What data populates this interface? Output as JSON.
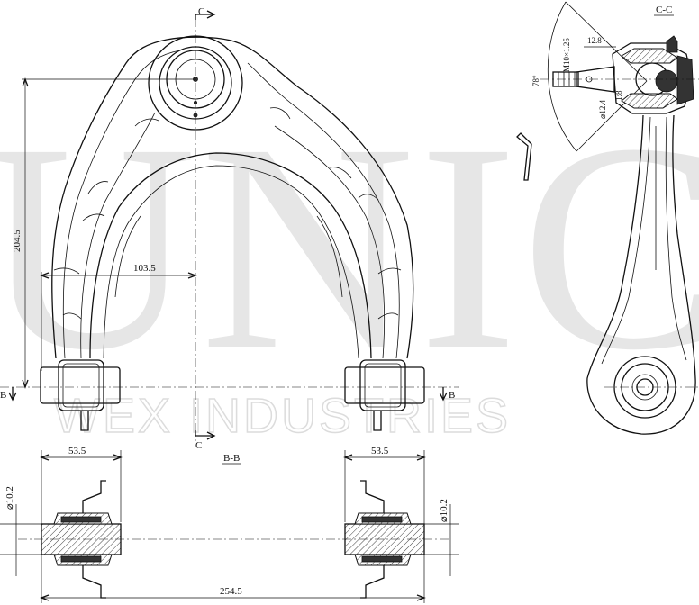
{
  "watermark": {
    "brand": "UNIC",
    "company": "WEX INDUSTRIES"
  },
  "section_labels": {
    "c_top": "C",
    "c_bottom": "C",
    "b_left": "B",
    "b_right": "B",
    "cc_title": "C-C",
    "bb_title": "B-B"
  },
  "dimensions": {
    "height_total": "204.5",
    "ball_offset": "103.5",
    "bush_left_width": "53.5",
    "bush_right_width": "53.5",
    "bush_dia_left": "⌀10.2",
    "bush_dia_right": "⌀10.2",
    "overall_length": "254.5",
    "stud_length": "12.8",
    "thread": "M10×1.25",
    "taper_angle": "78°",
    "taper_dia": "⌀12.4",
    "ratio": "1:8"
  }
}
